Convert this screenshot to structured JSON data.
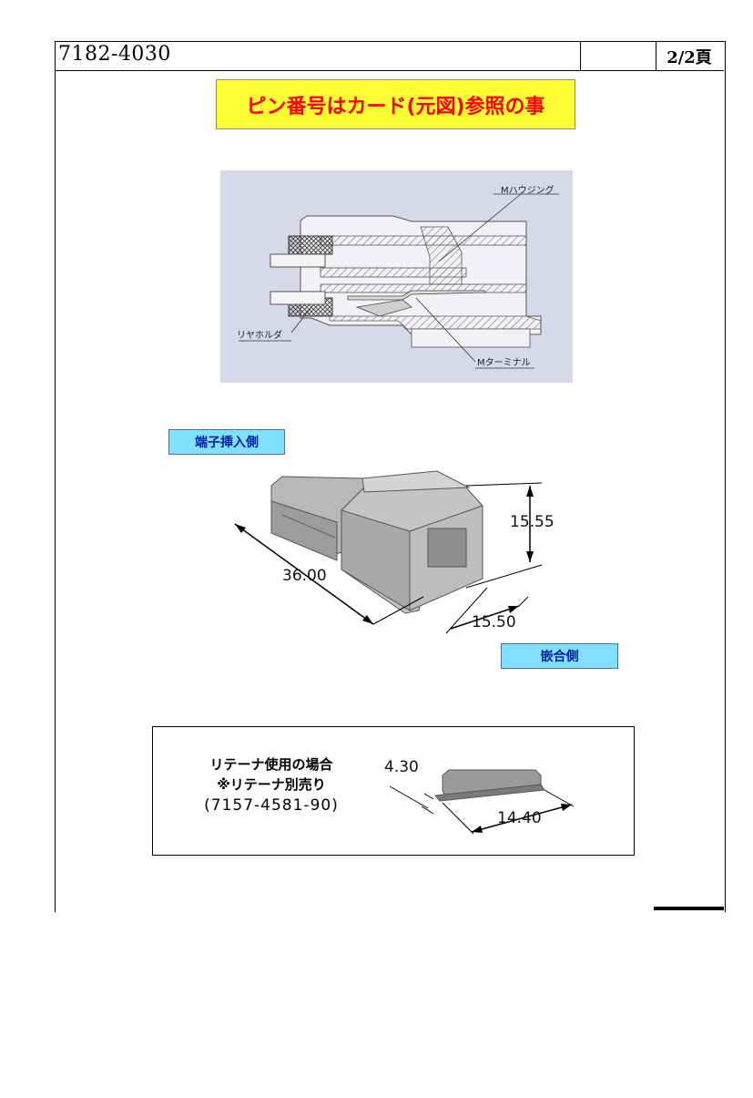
{
  "header": {
    "doc_number": "7182-4030",
    "page": "2/2頁"
  },
  "notice": "ピン番号はカード(元図)参照の事",
  "section_figure": {
    "label_housing": "Mハウジング",
    "label_rear_holder": "リヤホルダ",
    "label_terminal": "Mターミナル",
    "background": "#d7d9ea"
  },
  "connector_figure": {
    "label_insert_side": "端子挿入側",
    "label_mating_side": "嵌合側",
    "dim_length": "36.00",
    "dim_height": "15.55",
    "dim_width": "15.50",
    "label_color": "#7fe0ff"
  },
  "retainer": {
    "line1": "リテーナ使用の場合",
    "line2": "※リテーナ別売り",
    "part_number": "(7157-4581-90)",
    "dim_thickness": "4.30",
    "dim_length": "14.40"
  },
  "colors": {
    "notice_bg": "#ffff33",
    "notice_text": "#ff0000"
  }
}
